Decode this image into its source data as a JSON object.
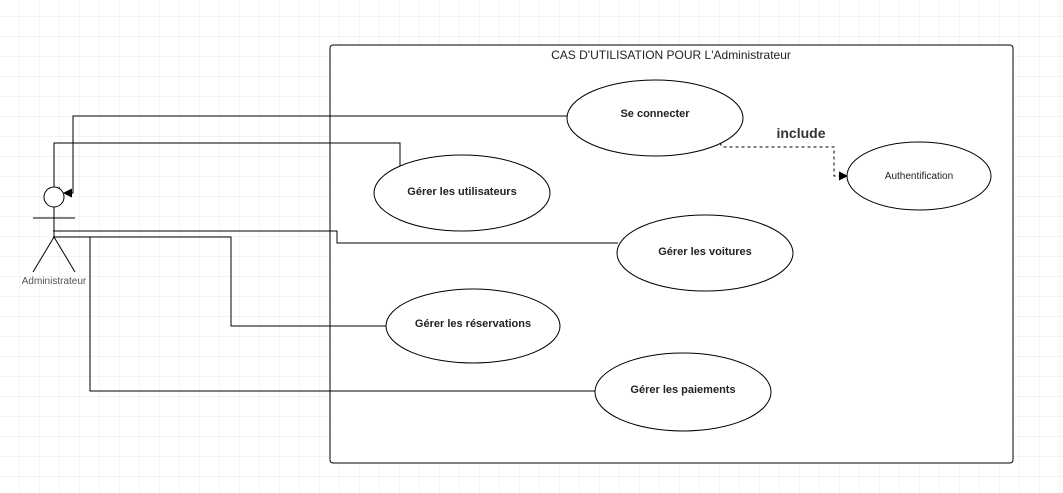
{
  "system": {
    "title": "CAS D'UTILISATION POUR L'Administrateur"
  },
  "actor": {
    "label": "Administrateur"
  },
  "use_cases": {
    "se_connecter": "Se connecter",
    "gerer_utilisateurs": "Gérer les utilisateurs",
    "gerer_voitures": "Gérer les voitures",
    "gerer_reservations": "Gérer les réservations",
    "gerer_paiements": "Gérer les paiements",
    "authentification": "Authentification"
  },
  "relations": {
    "include_label": "include"
  },
  "colors": {
    "grid": "#e6e6e6",
    "stroke": "#000000",
    "background": "#ffffff"
  }
}
